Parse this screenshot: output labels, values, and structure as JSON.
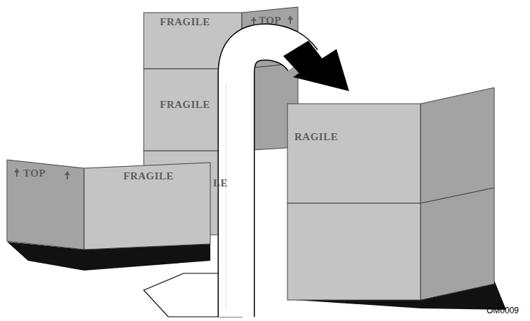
{
  "diagram": {
    "labels": [
      "FRAGILE",
      "TOP",
      "FRAGILE",
      "RAGILE",
      "TOP",
      "FRAGILE",
      "LE",
      "OM0009"
    ]
  }
}
